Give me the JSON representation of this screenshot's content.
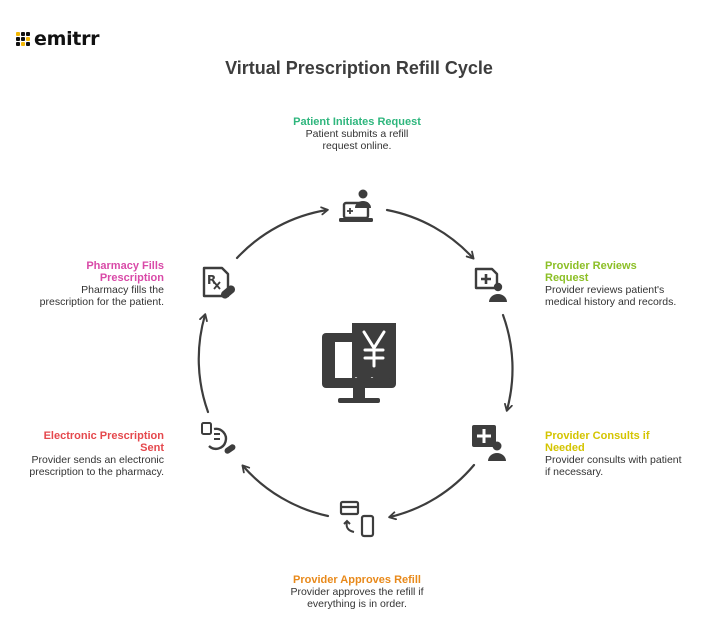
{
  "brand": {
    "name": "emitrr"
  },
  "title": "Virtual Prescription Refill Cycle",
  "colors": {
    "icon": "#3d3d3d",
    "arrow": "#3d3d3d",
    "green": "#2eb67d",
    "yellow_green": "#8cbf26",
    "yellow": "#d4c400",
    "orange": "#e8891a",
    "red": "#e5484d",
    "pink": "#d94aa8"
  },
  "steps": [
    {
      "title": "Patient Initiates Request",
      "description_lines": [
        "Patient submits a refill",
        "request online."
      ],
      "color": "#2eb67d",
      "icon": "laptop-user-icon"
    },
    {
      "title_lines": [
        "Provider Reviews",
        "Request"
      ],
      "description_lines": [
        "Provider reviews patient's",
        "medical history and records."
      ],
      "color": "#8cbf26",
      "icon": "medical-file-user-icon"
    },
    {
      "title_lines": [
        "Provider Consults if",
        "Needed"
      ],
      "description_lines": [
        "Provider consults with patient",
        "if necessary."
      ],
      "color": "#d4c400",
      "icon": "doctor-consult-icon"
    },
    {
      "title": "Provider Approves Refill",
      "description_lines": [
        "Provider approves the refill if",
        "everything is in order."
      ],
      "color": "#e8891a",
      "icon": "card-phone-icon"
    },
    {
      "title_lines": [
        "Electronic Prescription",
        "Sent"
      ],
      "description_lines": [
        "Provider sends an electronic",
        "prescription to the pharmacy."
      ],
      "color": "#e5484d",
      "icon": "send-prescription-icon"
    },
    {
      "title_lines": [
        "Pharmacy Fills",
        "Prescription"
      ],
      "description_lines": [
        "Pharmacy fills the",
        "prescription for the patient."
      ],
      "color": "#d94aa8",
      "icon": "rx-pill-icon"
    }
  ],
  "center_icon": "monitor-yen-receipt-icon"
}
